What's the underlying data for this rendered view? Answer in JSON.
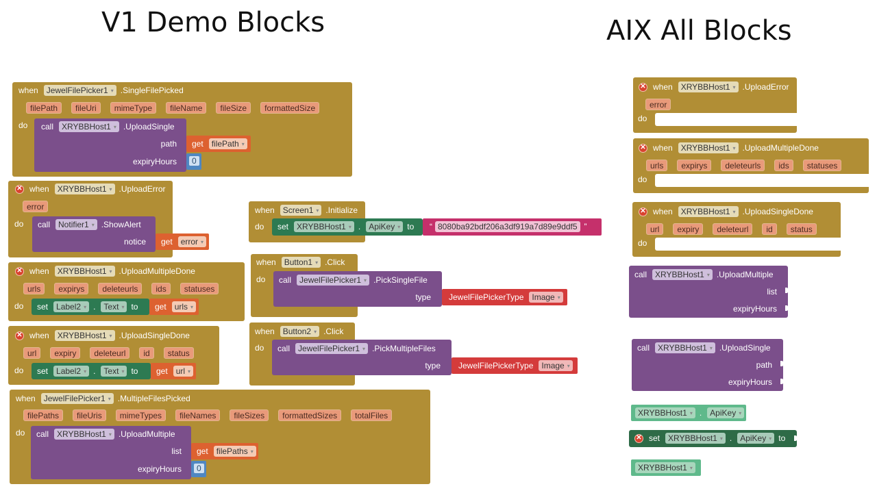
{
  "titles": {
    "left": "V1 Demo Blocks",
    "right": "AIX All Blocks"
  },
  "keywords": {
    "when": "when",
    "do": "do",
    "call": "call",
    "set": "set",
    "get": "get",
    "to": "to",
    "dot": "."
  },
  "left": {
    "singleFilePicked": {
      "component": "JewelFilePicker1",
      "event": ".SingleFilePicked",
      "params": [
        "filePath",
        "fileUri",
        "mimeType",
        "fileName",
        "fileSize",
        "formattedSize"
      ],
      "call": {
        "component": "XRYBBHost1",
        "method": ".UploadSingle",
        "args": [
          {
            "name": "path",
            "get": "filePath"
          },
          {
            "name": "expiryHours",
            "number": "0"
          }
        ]
      }
    },
    "uploadError": {
      "component": "XRYBBHost1",
      "event": ".UploadError",
      "params": [
        "error"
      ],
      "call": {
        "component": "Notifier1",
        "method": ".ShowAlert",
        "args": [
          {
            "name": "notice",
            "get": "error"
          }
        ]
      }
    },
    "uploadMultipleDone": {
      "component": "XRYBBHost1",
      "event": ".UploadMultipleDone",
      "params": [
        "urls",
        "expirys",
        "deleteurls",
        "ids",
        "statuses"
      ],
      "set": {
        "component": "Label2",
        "property": "Text",
        "get": "urls"
      }
    },
    "uploadSingleDone": {
      "component": "XRYBBHost1",
      "event": ".UploadSingleDone",
      "params": [
        "url",
        "expiry",
        "deleteurl",
        "id",
        "status"
      ],
      "set": {
        "component": "Label2",
        "property": "Text",
        "get": "url"
      }
    },
    "multipleFilesPicked": {
      "component": "JewelFilePicker1",
      "event": ".MultipleFilesPicked",
      "params": [
        "filePaths",
        "fileUris",
        "mimeTypes",
        "fileNames",
        "fileSizes",
        "formattedSizes",
        "totalFiles"
      ],
      "call": {
        "component": "XRYBBHost1",
        "method": ".UploadMultiple",
        "args": [
          {
            "name": "list",
            "get": "filePaths"
          },
          {
            "name": "expiryHours",
            "number": "0"
          }
        ]
      }
    },
    "screenInitialize": {
      "component": "Screen1",
      "event": ".Initialize",
      "set": {
        "component": "XRYBBHost1",
        "property": "ApiKey",
        "string": "8080ba92bdf206a3df919a7d89e9ddf5"
      }
    },
    "button1Click": {
      "component": "Button1",
      "event": ".Click",
      "call": {
        "component": "JewelFilePicker1",
        "method": ".PickSingleFile",
        "args": [
          {
            "name": "type",
            "optionType": "JewelFilePickerType",
            "option": "Image"
          }
        ]
      }
    },
    "button2Click": {
      "component": "Button2",
      "event": ".Click",
      "call": {
        "component": "JewelFilePicker1",
        "method": ".PickMultipleFiles",
        "args": [
          {
            "name": "type",
            "optionType": "JewelFilePickerType",
            "option": "Image"
          }
        ]
      }
    }
  },
  "right": {
    "uploadError": {
      "component": "XRYBBHost1",
      "event": ".UploadError",
      "params": [
        "error"
      ]
    },
    "uploadMultipleDone": {
      "component": "XRYBBHost1",
      "event": ".UploadMultipleDone",
      "params": [
        "urls",
        "expirys",
        "deleteurls",
        "ids",
        "statuses"
      ]
    },
    "uploadSingleDone": {
      "component": "XRYBBHost1",
      "event": ".UploadSingleDone",
      "params": [
        "url",
        "expiry",
        "deleteurl",
        "id",
        "status"
      ]
    },
    "callUploadMultiple": {
      "component": "XRYBBHost1",
      "method": ".UploadMultiple",
      "args": [
        "list",
        "expiryHours"
      ]
    },
    "callUploadSingle": {
      "component": "XRYBBHost1",
      "method": ".UploadSingle",
      "args": [
        "path",
        "expiryHours"
      ]
    },
    "getApiKey": {
      "component": "XRYBBHost1",
      "property": "ApiKey"
    },
    "setApiKey": {
      "component": "XRYBBHost1",
      "property": "ApiKey"
    },
    "componentBlock": {
      "component": "XRYBBHost1"
    }
  },
  "colors": {
    "event": "#b18e35",
    "procedure": "#7b4f8b",
    "setter": "#2d7a52",
    "getter": "#dd6130",
    "number": "#4f87c2",
    "string": "#c5306b",
    "option": "#d43b3b",
    "component": "#5fb98b",
    "error": "#d9432e"
  }
}
